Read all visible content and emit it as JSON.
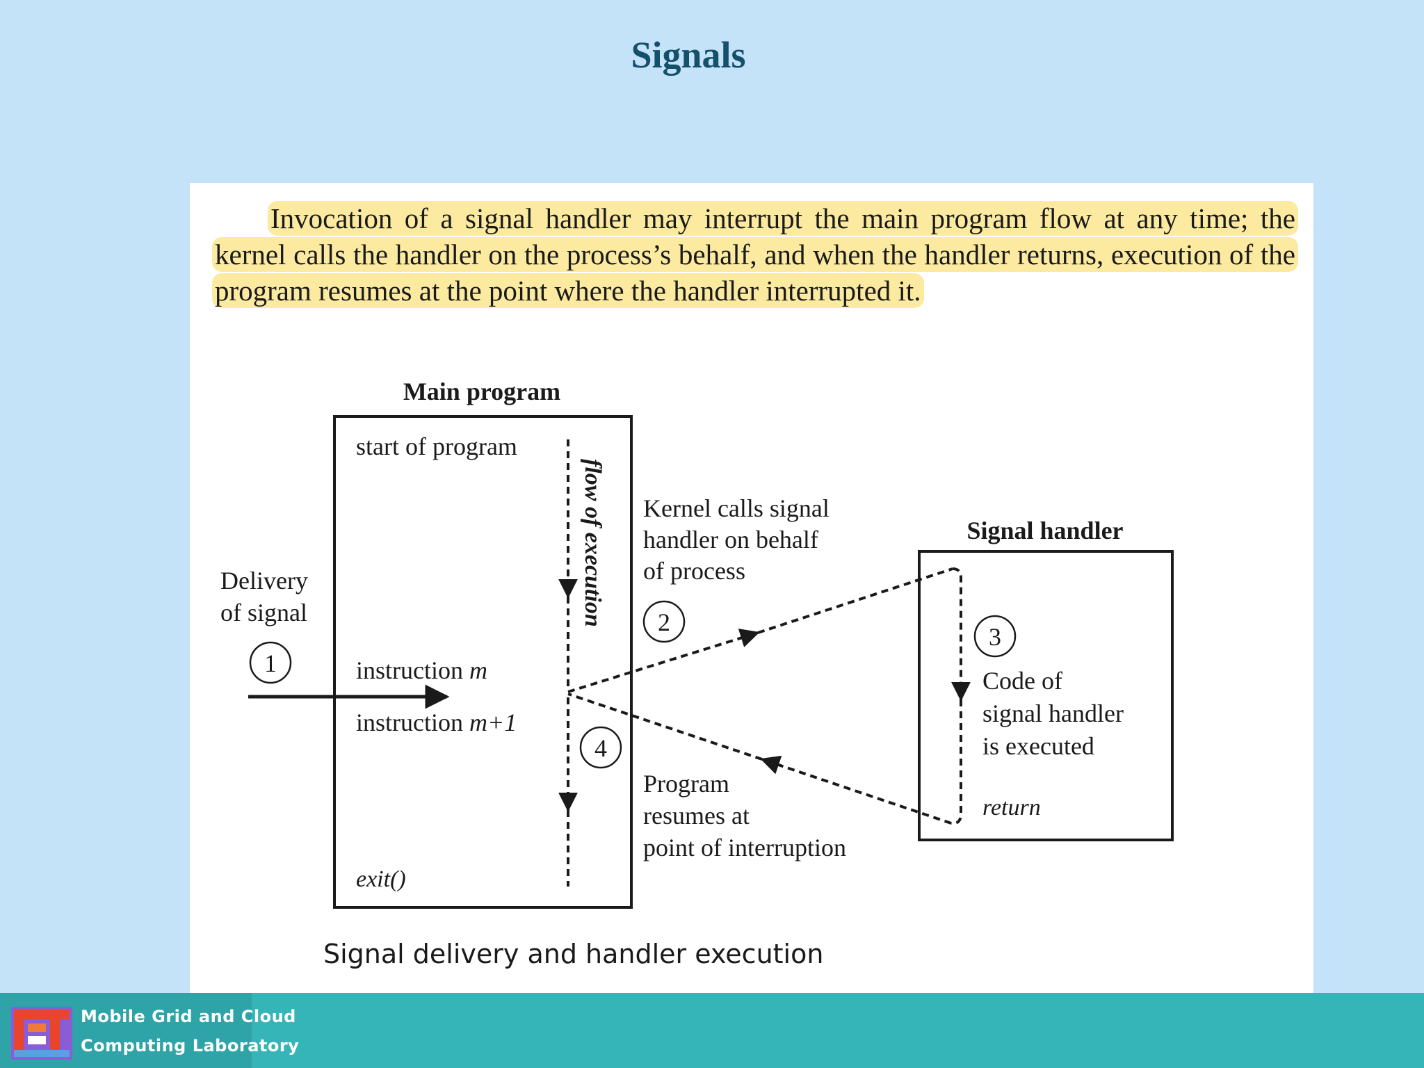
{
  "slide": {
    "title": "Signals"
  },
  "paragraph": "Invocation of a signal handler may interrupt the main program flow at any time; the kernel calls the handler on the process’s behalf, and when the handler returns, execution of the program resumes at the point where the handler interrupted it.",
  "diagram": {
    "main_program": {
      "title": "Main program",
      "start": "start of program",
      "instruction_m_prefix": "instruction ",
      "instruction_m_var": "m",
      "instruction_m1_prefix": "instruction ",
      "instruction_m1_var": "m+1",
      "exit": "exit()",
      "flow_label": "flow of execution"
    },
    "delivery": {
      "line1": "Delivery",
      "line2": "of signal",
      "step": "1"
    },
    "kernel_call": {
      "line1": "Kernel calls signal",
      "line2": "handler on behalf",
      "line3": "of process",
      "step": "2"
    },
    "signal_handler": {
      "title": "Signal handler",
      "step": "3",
      "line1": "Code of",
      "line2": "signal handler",
      "line3": "is executed",
      "return": "return"
    },
    "resume": {
      "line1": "Program",
      "line2": "resumes at",
      "line3": "point of interruption",
      "step": "4"
    }
  },
  "caption": "Signal delivery and handler execution",
  "footer": {
    "lab_line1": "Mobile Grid and Cloud",
    "lab_line2": "Computing Laboratory"
  },
  "colors": {
    "background": "#c5e3f8",
    "title": "#15506a",
    "highlight": "#fbeaa0",
    "footer": "#36b5b8"
  }
}
